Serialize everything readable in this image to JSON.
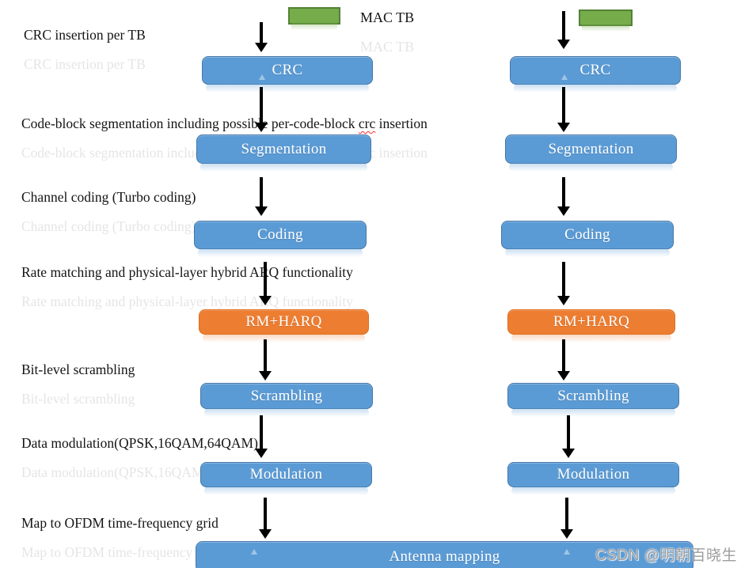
{
  "legend": {
    "mac_tb": "MAC TB"
  },
  "labels": {
    "crc": "CRC insertion per TB",
    "seg_before": "Code-block segmentation including possible per-code-block ",
    "seg_word": "crc",
    "seg_after": " insertion",
    "seg_full": "Code-block segmentation including possible per-code-block crc insertion",
    "coding": "Channel coding (Turbo coding)",
    "rm": "Rate matching and physical-layer hybrid ARQ functionality",
    "scrambling": "Bit-level scrambling",
    "modulation": "Data modulation(QPSK,16QAM,64QAM)",
    "map": "Map to  OFDM time-frequency grid"
  },
  "chains": {
    "left": [
      "CRC",
      "Segmentation",
      "Coding",
      "RM+HARQ",
      "Scrambling",
      "Modulation"
    ],
    "right": [
      "CRC",
      "Segmentation",
      "Coding",
      "RM+HARQ",
      "Scrambling",
      "Modulation"
    ]
  },
  "antenna": "Antenna mapping",
  "watermark": "CSDN @明朝百晓生",
  "colors": {
    "box_blue": "#5B9BD5",
    "box_blue_border": "#4577A8",
    "box_orange": "#ED7D31",
    "box_orange_border": "#DE6E1E",
    "green": "#77AC4B",
    "green_border": "#538135",
    "arrow": "#000000",
    "label_text": "#141414",
    "watermark_text": "#9D9D9D"
  }
}
